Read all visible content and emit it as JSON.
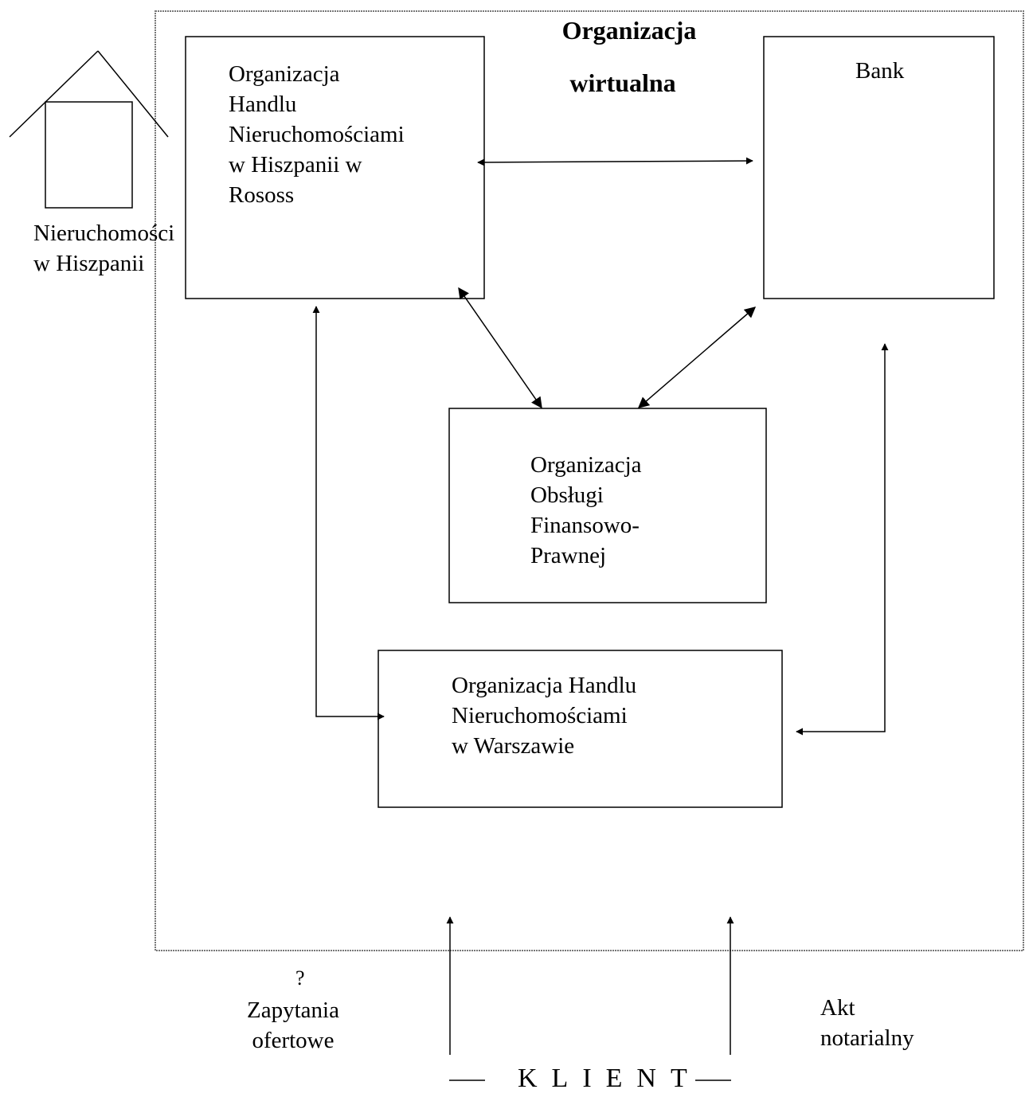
{
  "virtual_org": {
    "title_line1": "Organizacja",
    "title_line2": "wirtualna"
  },
  "boxes": {
    "spain": "Organizacja\nHandlu\nNieruchomościami\nw Hiszpanii  w\nRososs",
    "bank": "Bank",
    "finance": "Organizacja\nObsługi\nFinansowo-\nPrawnej",
    "warsaw": "Organizacja Handlu\nNieruchomościami\nw Warszawie"
  },
  "property": {
    "label": "Nieruchomości\nw Hiszpanii"
  },
  "bottom": {
    "question_mark": "?",
    "inquiries": "Zapytania\nofertowe",
    "notarial": "Akt\nnotarialny",
    "client": "KLIENT"
  },
  "colors": {
    "line": "#000000",
    "frame": "#777777",
    "background": "#ffffff"
  }
}
